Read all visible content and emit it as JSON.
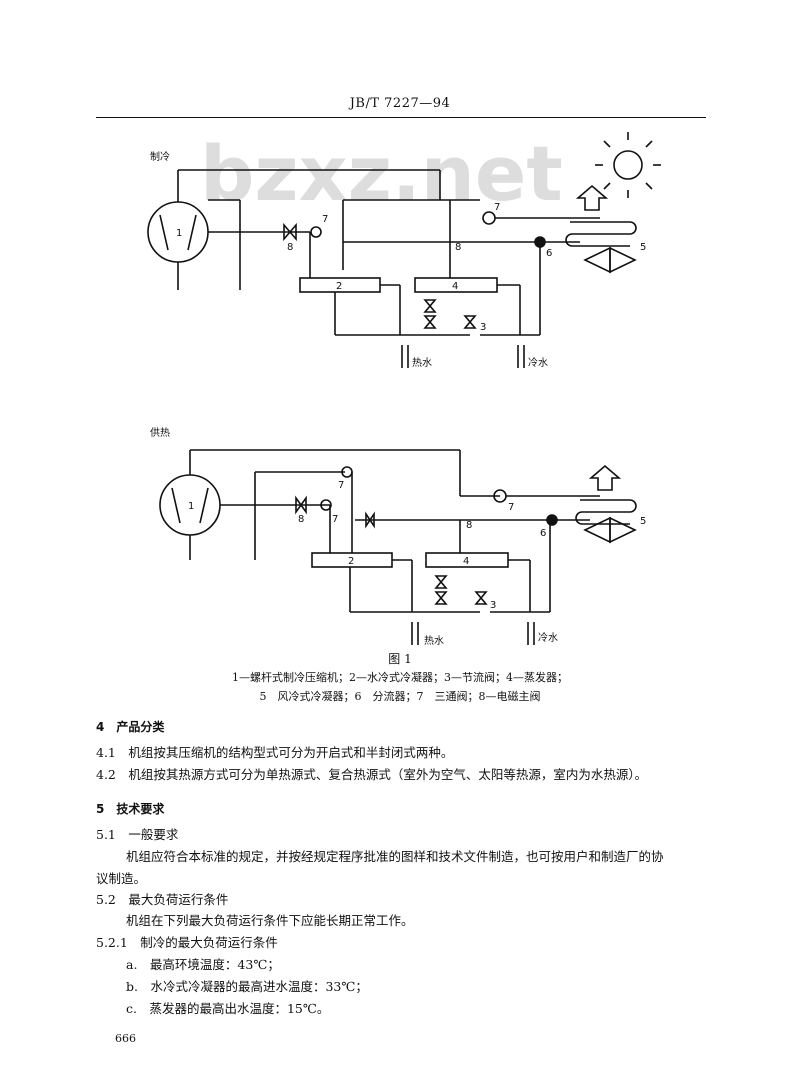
{
  "header": "JB/T 7227—94",
  "watermark": "bzxz.net",
  "figure": {
    "top_diagram": {
      "mode_label": "制冷",
      "hot_water": "热水",
      "cold_water": "冷水",
      "numbers": [
        "1",
        "2",
        "3",
        "4",
        "5",
        "6",
        "7",
        "7",
        "8",
        "8"
      ]
    },
    "bottom_diagram": {
      "mode_label": "供热",
      "hot_water": "热水",
      "cold_water": "冷水",
      "numbers": [
        "1",
        "2",
        "3",
        "4",
        "5",
        "6",
        "7",
        "7",
        "7",
        "8",
        "8"
      ]
    },
    "caption": "图 1",
    "legend_line1": "1—螺杆式制冷压缩机；2—水冷式冷凝器；3—节流阀；4—蒸发器；",
    "legend_line2": "5　风冷式冷凝器；6　分流器；7　三通阀；8—电磁主阀"
  },
  "section4": {
    "heading": "4　产品分类",
    "p1": "4.1　机组按其压缩机的结构型式可分为开启式和半封闭式两种。",
    "p2": "4.2　机组按其热源方式可分为单热源式、复合热源式（室外为空气、太阳等热源，室内为水热源）。"
  },
  "section5": {
    "heading": "5　技术要求",
    "s51": "5.1　一般要求",
    "s51_text_a": "机组应符合本标准的规定，并按经规定程序批准的图样和技术文件制造，也可按用户和制造厂的协",
    "s51_text_b": "议制造。",
    "s52": "5.2　最大负荷运行条件",
    "s52_text": "机组在下列最大负荷运行条件下应能长期正常工作。",
    "s521": "5.2.1　制冷的最大负荷运行条件",
    "items": [
      "a.　最高环境温度：43℃；",
      "b.　水冷式冷凝器的最高进水温度：33℃；",
      "c.　蒸发器的最高出水温度：15℃。"
    ]
  },
  "page_number": "666"
}
